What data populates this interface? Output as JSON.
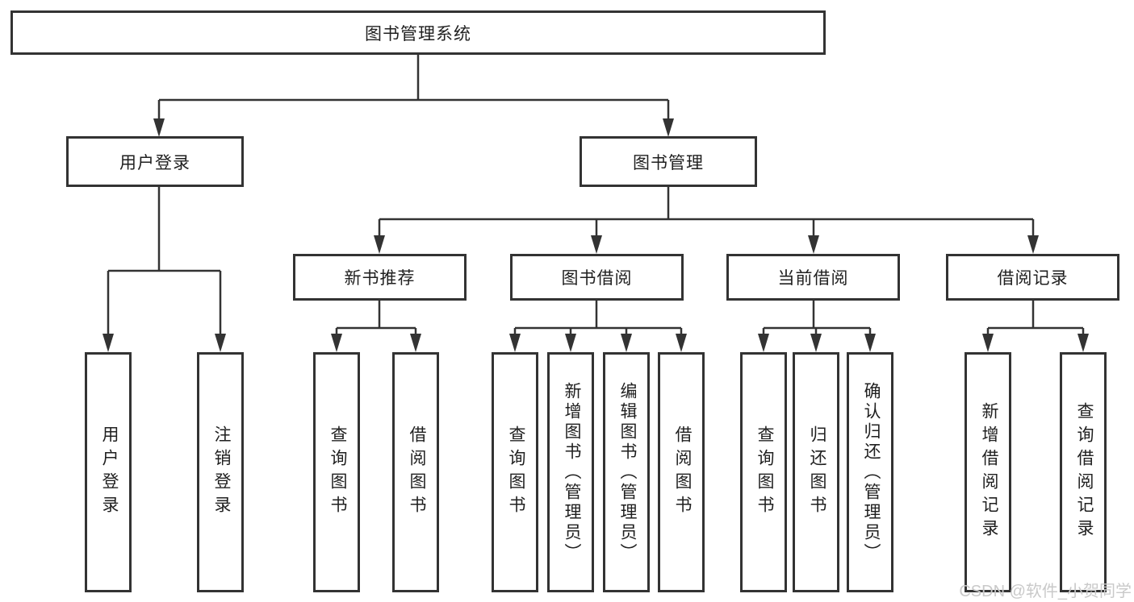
{
  "tree": {
    "label": "图书管理系统",
    "children": [
      {
        "label": "用户登录",
        "children": [
          {
            "label": "用户登录"
          },
          {
            "label": "注销登录"
          }
        ]
      },
      {
        "label": "图书管理",
        "children": [
          {
            "label": "新书推荐",
            "children": [
              {
                "label": "查询图书"
              },
              {
                "label": "借阅图书"
              }
            ]
          },
          {
            "label": "图书借阅",
            "children": [
              {
                "label": "查询图书"
              },
              {
                "label": "新增图书（管理员）"
              },
              {
                "label": "编辑图书（管理员）"
              },
              {
                "label": "借阅图书"
              }
            ]
          },
          {
            "label": "当前借阅",
            "children": [
              {
                "label": "查询图书"
              },
              {
                "label": "归还图书"
              },
              {
                "label": "确认归还（管理员）"
              }
            ]
          },
          {
            "label": "借阅记录",
            "children": [
              {
                "label": "新增借阅记录"
              },
              {
                "label": "查询借阅记录"
              }
            ]
          }
        ]
      }
    ]
  },
  "watermark": {
    "text": "CSDN @软件_小贺同学"
  },
  "colors": {
    "line": "#333333",
    "box_border": "#333333",
    "box_background": "#ffffff",
    "text": "#1f1f1f",
    "watermark": "#c9c9c9"
  }
}
